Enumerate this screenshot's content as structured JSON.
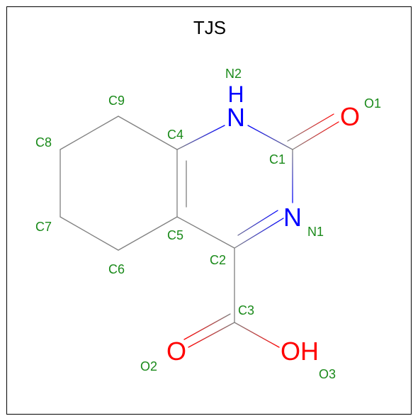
{
  "title": "TJS",
  "colors": {
    "bond": "#808080",
    "nitrogen": "#0000ff",
    "oxygen": "#ff0000",
    "label": "#1a8a1a",
    "title": "#000000"
  },
  "atoms": {
    "n1": {
      "symbol": "N",
      "label": "N1"
    },
    "n2": {
      "symbol": "N",
      "hydrogen": "H",
      "label": "N2"
    },
    "o1": {
      "symbol": "O",
      "label": "O1"
    },
    "o2": {
      "symbol": "O",
      "label": "O2"
    },
    "o3": {
      "symbol": "OH",
      "label": "O3"
    },
    "c1": {
      "label": "C1"
    },
    "c2": {
      "label": "C2"
    },
    "c3": {
      "label": "C3"
    },
    "c4": {
      "label": "C4"
    },
    "c5": {
      "label": "C5"
    },
    "c6": {
      "label": "C6"
    },
    "c7": {
      "label": "C7"
    },
    "c8": {
      "label": "C8"
    },
    "c9": {
      "label": "C9"
    }
  }
}
